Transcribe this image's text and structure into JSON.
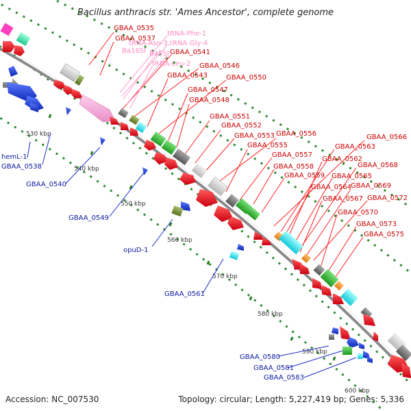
{
  "title": "Bacillus anthracis str. 'Ames Ancestor', complete genome",
  "footer": {
    "accession": "Accession: NC_007530",
    "topology": "Topology: circular; Length: 5,227,419 bp; Genes: 5,336"
  },
  "colors": {
    "forward_gene": "#e8001c",
    "reverse_gene": "#1a3ad6",
    "trna": "#f2a0c8",
    "rrna": "#ff7fb0",
    "forward_label": "#cc0000",
    "reverse_label": "#0a1a9e",
    "dots": "#2a8a2a",
    "backbone": "#8a8a8a"
  },
  "scale_labels": [
    "530 kbp",
    "540 kbp",
    "550 kbp",
    "560 kbp",
    "570 kbp",
    "580 kbp",
    "590 kbp",
    "600 kbp"
  ],
  "forward_labels": [
    "GBAA_0535",
    "GBAA_0537",
    "GBAA_0541",
    "GBAA_0546",
    "GBAA_0543",
    "GBAA_0550",
    "GBAA_0547",
    "GBAA_0548",
    "GBAA_0551",
    "GBAA_0552",
    "GBAA_0553",
    "GBAA_0556",
    "GBAA_0555",
    "GBAA_0557",
    "GBAA_0566",
    "GBAA_0563",
    "GBAA_0562",
    "GBAA_0558",
    "GBAA_0568",
    "GBAA_0559",
    "GBAA_0565",
    "GBAA_0564",
    "GBAA_0569",
    "GBAA_0567",
    "GBAA_0572",
    "GBAA_0570",
    "GBAA_0573",
    "GBAA_0575"
  ],
  "rna_labels": [
    "tRNA-Phe-1",
    "tRNA-Asn-3,tRNA-Gly-4",
    "Ba16SI",
    "Ba5SI",
    "tRNA-Leu-2"
  ],
  "reverse_labels": [
    "hemL-1",
    "GBAA_0538",
    "GBAA_0540",
    "GBAA_0549",
    "opuD-1",
    "GBAA_0561",
    "GBAA_0580",
    "GBAA_0581",
    "GBAA_0583"
  ]
}
